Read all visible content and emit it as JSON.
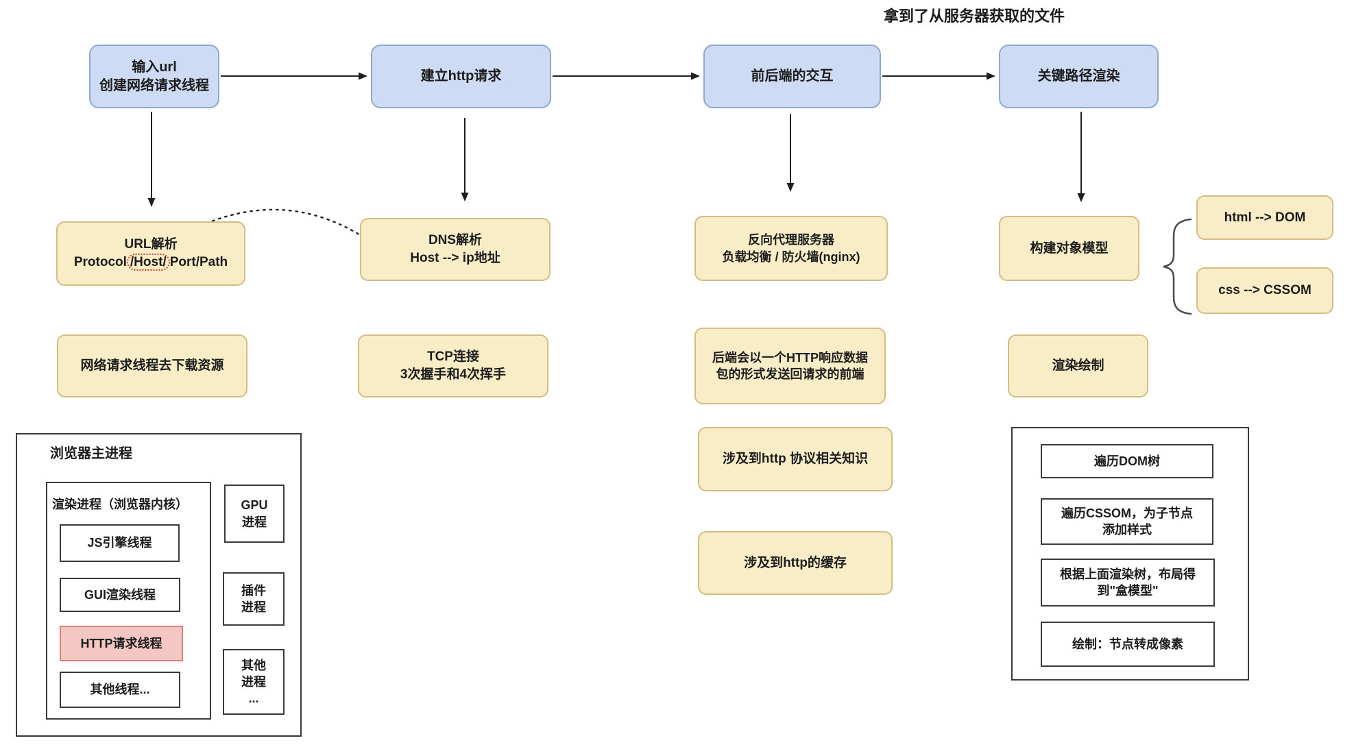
{
  "colors": {
    "step_fill": "#cddcf4",
    "step_border": "#8fa8d0",
    "info_fill": "#f9edc8",
    "info_border": "#d2bd82",
    "highlight_fill": "#f4c7c3",
    "highlight_border": "#dd8078",
    "oval_red": "#cc4125",
    "line": "#1f1f1f"
  },
  "top_note": "拿到了从服务器获取的文件",
  "flow_steps": [
    {
      "lines": [
        "输入url",
        "创建网络请求线程"
      ]
    },
    {
      "lines": [
        "建立http请求"
      ]
    },
    {
      "lines": [
        "前后端的交互"
      ]
    },
    {
      "lines": [
        "关键路径渲染"
      ]
    }
  ],
  "url_parse": {
    "title": "URL解析",
    "detail_prefix": "Protocol",
    "detail_highlight": "/Host/",
    "detail_suffix": "Port/Path"
  },
  "dns": {
    "lines": [
      "DNS解析",
      "Host --> ip地址"
    ]
  },
  "reverse_proxy": {
    "lines": [
      "反向代理服务器",
      "负载均衡 / 防火墙(nginx)"
    ]
  },
  "build_object_model": {
    "lines": [
      "构建对象模型"
    ]
  },
  "html_dom": {
    "label": "html --> DOM"
  },
  "css_cssom": {
    "label": "css --> CSSOM"
  },
  "download": {
    "lines": [
      "网络请求线程去下载资源"
    ]
  },
  "tcp": {
    "lines": [
      "TCP连接",
      "3次握手和4次挥手"
    ]
  },
  "backend_response": {
    "lines": [
      "后端会以一个HTTP响应数据",
      "包的形式发送回请求的前端"
    ]
  },
  "render_paint": {
    "lines": [
      "渲染绘制"
    ]
  },
  "http_protocol": {
    "lines": [
      "涉及到http 协议相关知识"
    ]
  },
  "http_cache": {
    "lines": [
      "涉及到http的缓存"
    ]
  },
  "browser_main": {
    "title": "浏览器主进程",
    "render_process_title": "渲染进程（浏览器内核）",
    "threads": [
      {
        "label": "JS引擎线程",
        "highlighted": false
      },
      {
        "label": "GUI渲染线程",
        "highlighted": false
      },
      {
        "label": "HTTP请求线程",
        "highlighted": true
      },
      {
        "label": "其他线程...",
        "highlighted": false
      }
    ],
    "processes": [
      {
        "lines": [
          "GPU",
          "进程"
        ]
      },
      {
        "lines": [
          "插件",
          "进程"
        ]
      },
      {
        "lines": [
          "其他",
          "进程",
          "..."
        ]
      }
    ]
  },
  "render_pipeline": {
    "steps": [
      {
        "lines": [
          "遍历DOM树"
        ]
      },
      {
        "lines": [
          "遍历CSSOM，为子节点",
          "添加样式"
        ]
      },
      {
        "lines": [
          "根据上面渲染树，布局得",
          "到\"盒模型\""
        ]
      },
      {
        "lines": [
          "绘制：节点转成像素"
        ]
      }
    ]
  }
}
